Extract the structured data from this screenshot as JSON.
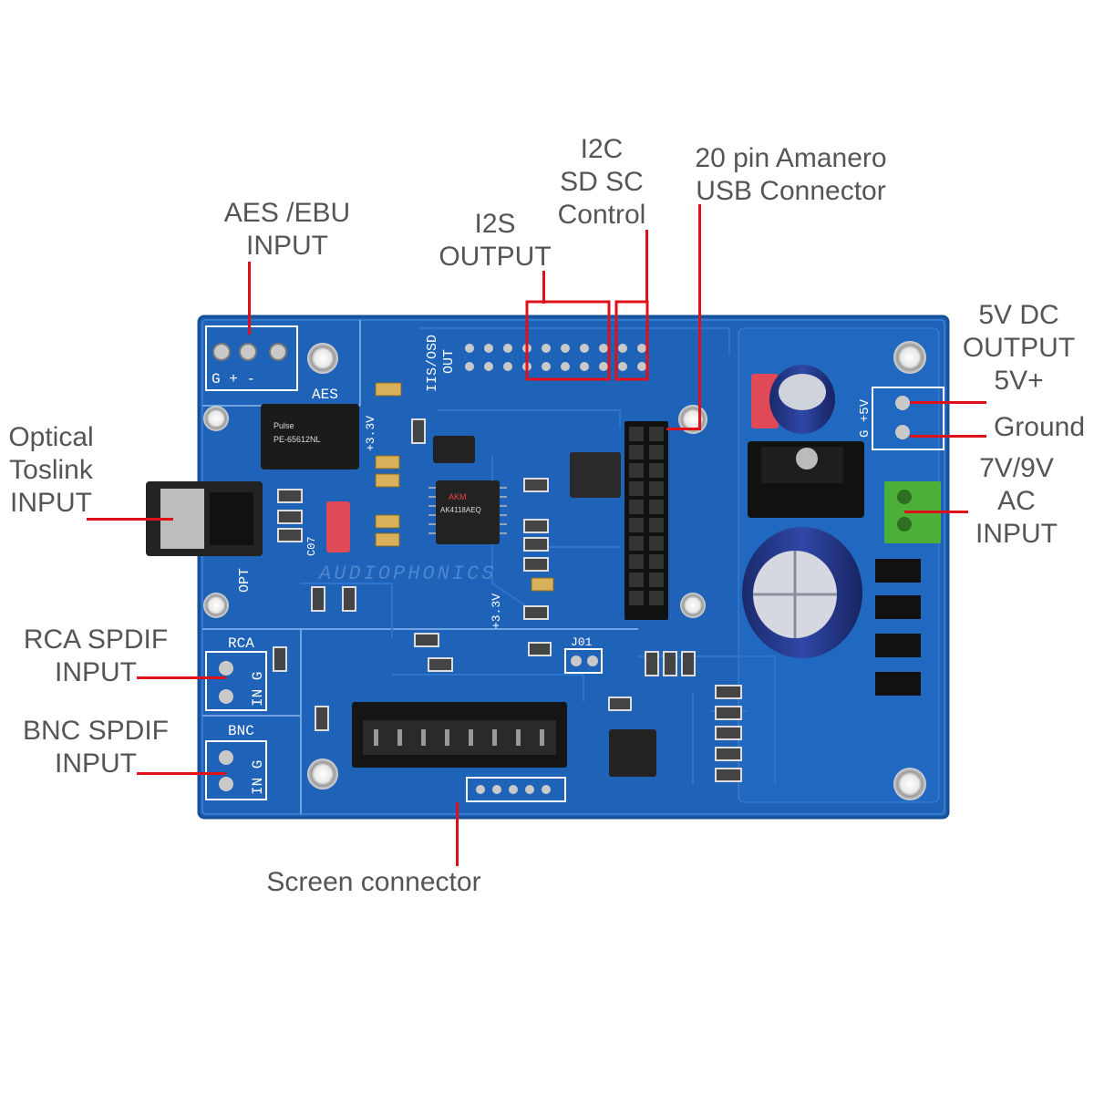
{
  "labels": {
    "i2c": "I2C\nSD SC\nControl",
    "amanero": "20 pin Amanero\nUSB Connector",
    "aes": "AES /EBU\nINPUT",
    "i2s": "I2S\nOUTPUT",
    "dc_out": "5V DC\nOUTPUT\n5V+",
    "ground": "Ground",
    "ac_in": "7V/9V\nAC\nINPUT",
    "optical": "Optical\nToslink\nINPUT",
    "rca": "RCA SPDIF\nINPUT",
    "bnc": "BNC SPDIF\nINPUT",
    "screen": "Screen connector"
  },
  "silkscreen": {
    "aes": "AES",
    "opt": "OPT",
    "rca": "RCA",
    "bnc": "BNC",
    "ing": "IN G",
    "g_plus_minus": "G  +  -",
    "iis_osd": "IIS/OSD",
    "out": "OUT",
    "j01": "J01",
    "v33": "+3.3V",
    "c07": "C07",
    "pulse": "Pulse",
    "pulse_part": "PE-65612NL",
    "akm": "AKM",
    "akm_part": "AK4118AEQ",
    "g_5v": "G +5V",
    "watermark": "AUDIOPHONICS"
  },
  "colors": {
    "board": "#1f63b8",
    "label_text": "#555555",
    "callout_line": "#e0101a",
    "terminal_green": "#4caf3a"
  }
}
